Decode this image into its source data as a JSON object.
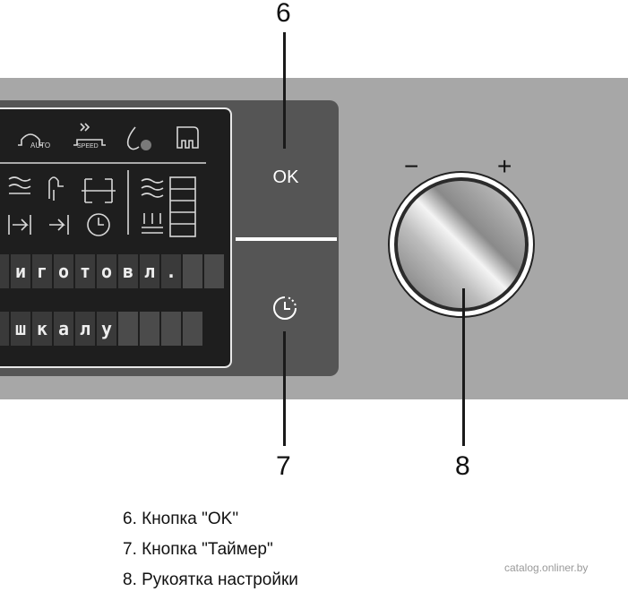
{
  "panel": {
    "ok_label": "OK",
    "display_icons": [
      "auto-program-icon",
      "speed-icon",
      "water-drop-check-icon",
      "dishwasher-icon",
      "rack-icon",
      "heat-icon",
      "skip-icon",
      "frame-icon",
      "clock-icon",
      "wave-icon",
      "level-bar-icon"
    ],
    "icon_text": {
      "auto": "AUTO",
      "speed": "SPEED"
    },
    "lcd_line1": [
      "и",
      "г",
      "о",
      "т",
      "о",
      "в",
      "л",
      ".",
      "",
      ""
    ],
    "lcd_line2": [
      "ш",
      "к",
      "а",
      "л",
      "у",
      "",
      "",
      "",
      ""
    ]
  },
  "knob": {
    "minus": "−",
    "plus": "+"
  },
  "callouts": {
    "n6": "6",
    "n7": "7",
    "n8": "8"
  },
  "legend": [
    "6. Кнопка \"OK\"",
    "7. Кнопка \"Таймер\"",
    "8. Рукоятка настройки"
  ],
  "watermark": "catalog.onliner.by",
  "colors": {
    "panel_grey": "#a7a7a7",
    "dark_panel": "#555555",
    "display": "#1e1e1e"
  }
}
